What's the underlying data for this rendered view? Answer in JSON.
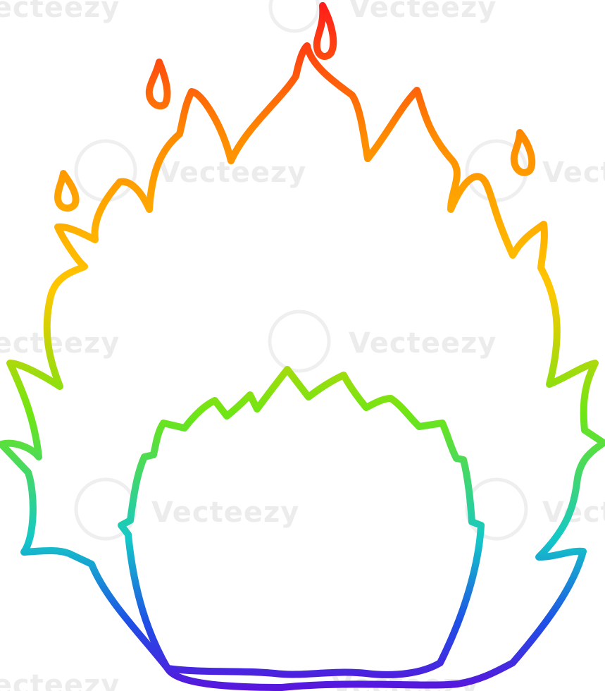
{
  "image": {
    "subject": "fire-line-drawing",
    "style": "rainbow-gradient-outline"
  },
  "colors": {
    "gradient_top": "#ff1a1a",
    "gradient_orange": "#ff8c00",
    "gradient_yellow": "#ffc800",
    "gradient_green": "#6ee614",
    "gradient_cyan": "#14c8c8",
    "gradient_blue": "#1e50e6",
    "gradient_bottom": "#5a14dc",
    "background": "#ffffff",
    "watermark": "#ececec"
  },
  "watermark": {
    "text": "Vecteezy"
  }
}
